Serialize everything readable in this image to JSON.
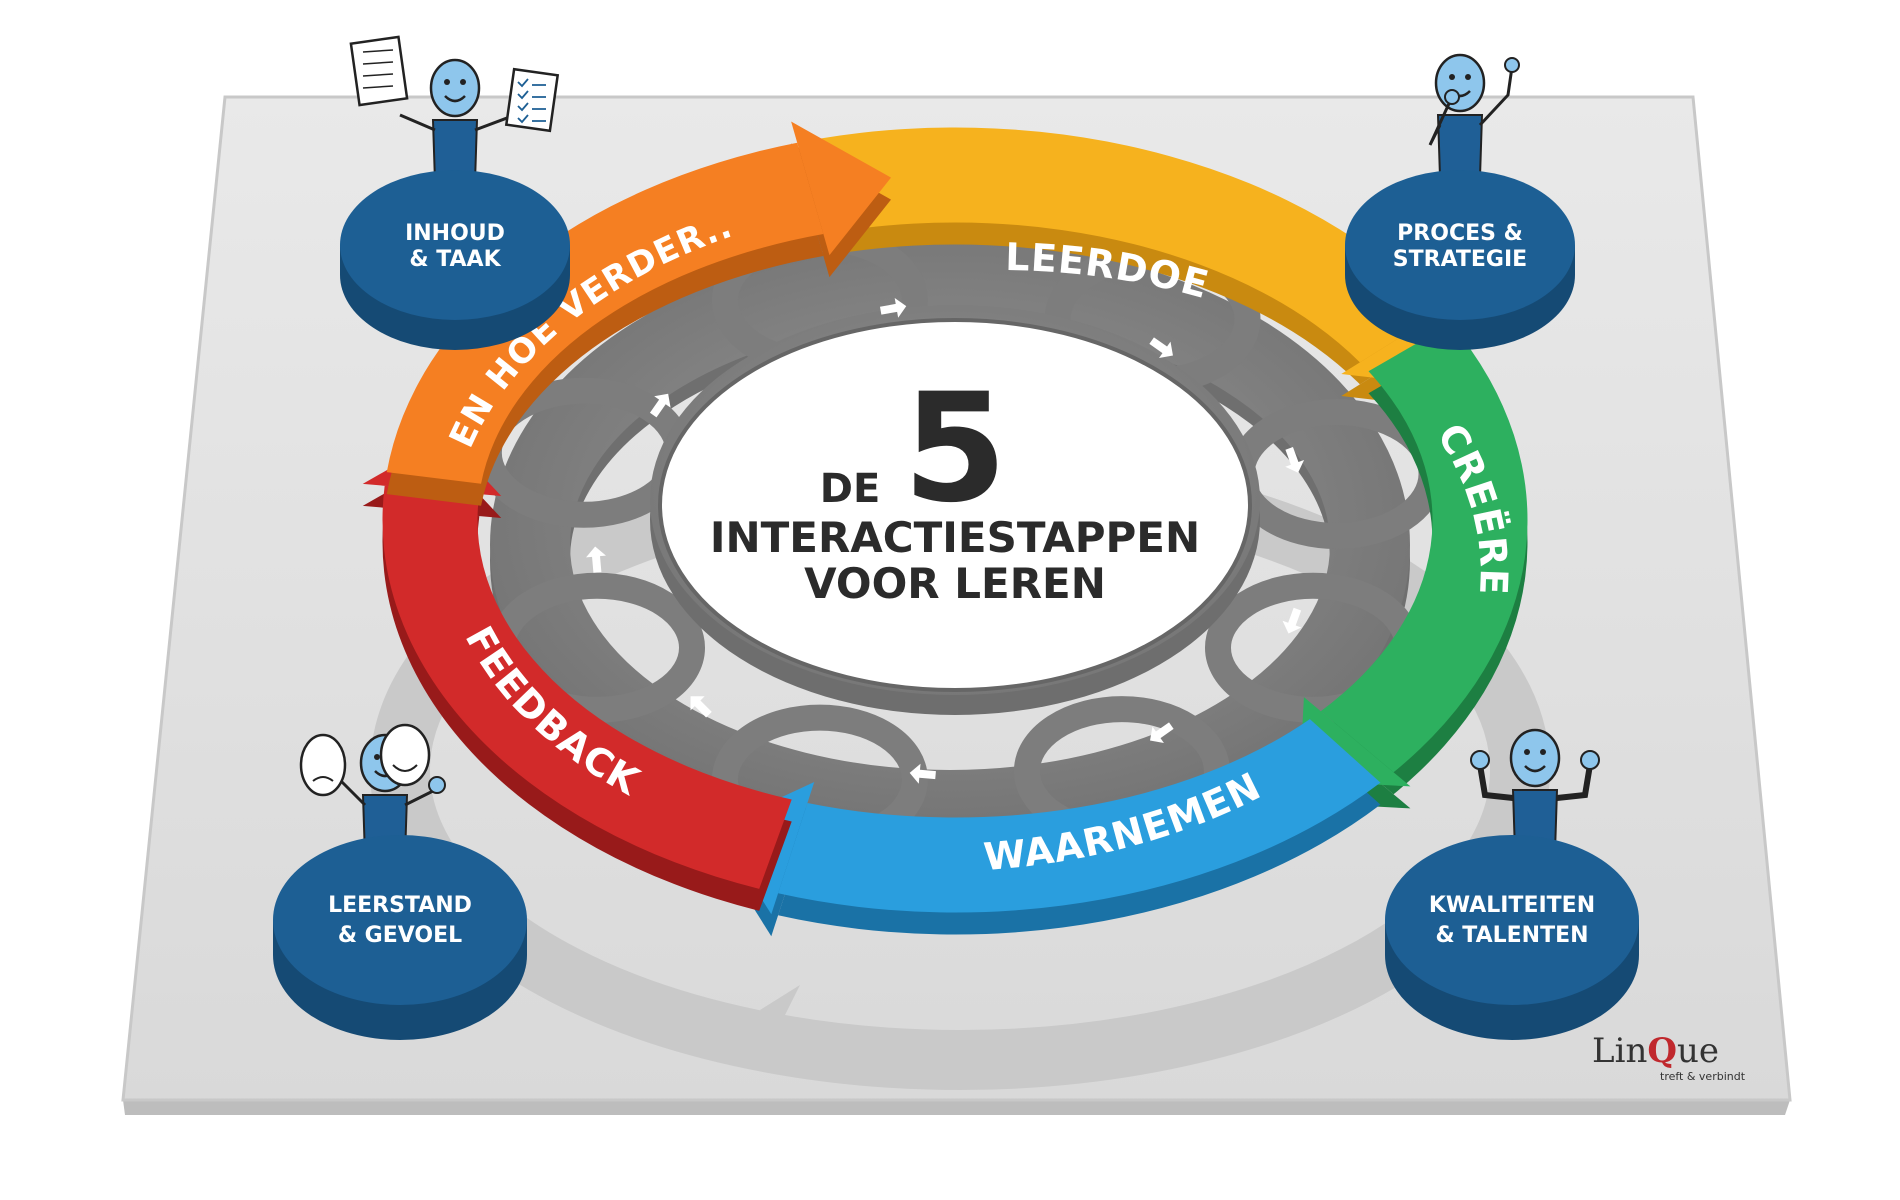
{
  "center": {
    "prefix": "DE",
    "number": "5",
    "line1": "INTERACTIESTAPPEN",
    "line2": "VOOR LEREN"
  },
  "steps": [
    {
      "label": "LEERDOEL",
      "color": "#f6b21e",
      "shade": "#c98a10"
    },
    {
      "label": "CREËREN",
      "color": "#2db05f",
      "shade": "#1d7f42"
    },
    {
      "label": "WAARNEMEN",
      "color": "#2a9ede",
      "shade": "#1a72a6"
    },
    {
      "label": "FEEDBACK",
      "color": "#d22a2a",
      "shade": "#981a1a"
    },
    {
      "label": "EN HOE VERDER...?",
      "color": "#f57f22",
      "shade": "#bd5d12"
    }
  ],
  "corners": [
    {
      "line1": "INHOUD",
      "line2": "& TAAK",
      "icon": "person-with-documents-icon"
    },
    {
      "line1": "PROCES &",
      "line2": "STRATEGIE",
      "icon": "thinking-person-icon"
    },
    {
      "line1": "LEERSTAND",
      "line2": "& GEVOEL",
      "icon": "person-with-theatre-masks-icon"
    },
    {
      "line1": "KWALITEITEN",
      "line2": "& TALENTEN",
      "icon": "flexing-person-icon"
    }
  ],
  "logo": {
    "name_a": "Lin",
    "name_b": "Q",
    "name_c": "ue",
    "tagline": "treft & verbindt"
  },
  "colors": {
    "disc": "#1d5f94",
    "disc_side": "#154a74",
    "board": "#e3e3e3",
    "gear": "#8a8a8a",
    "figure_fill": "#8ec6ec",
    "figure_body": "#1f5f96"
  }
}
